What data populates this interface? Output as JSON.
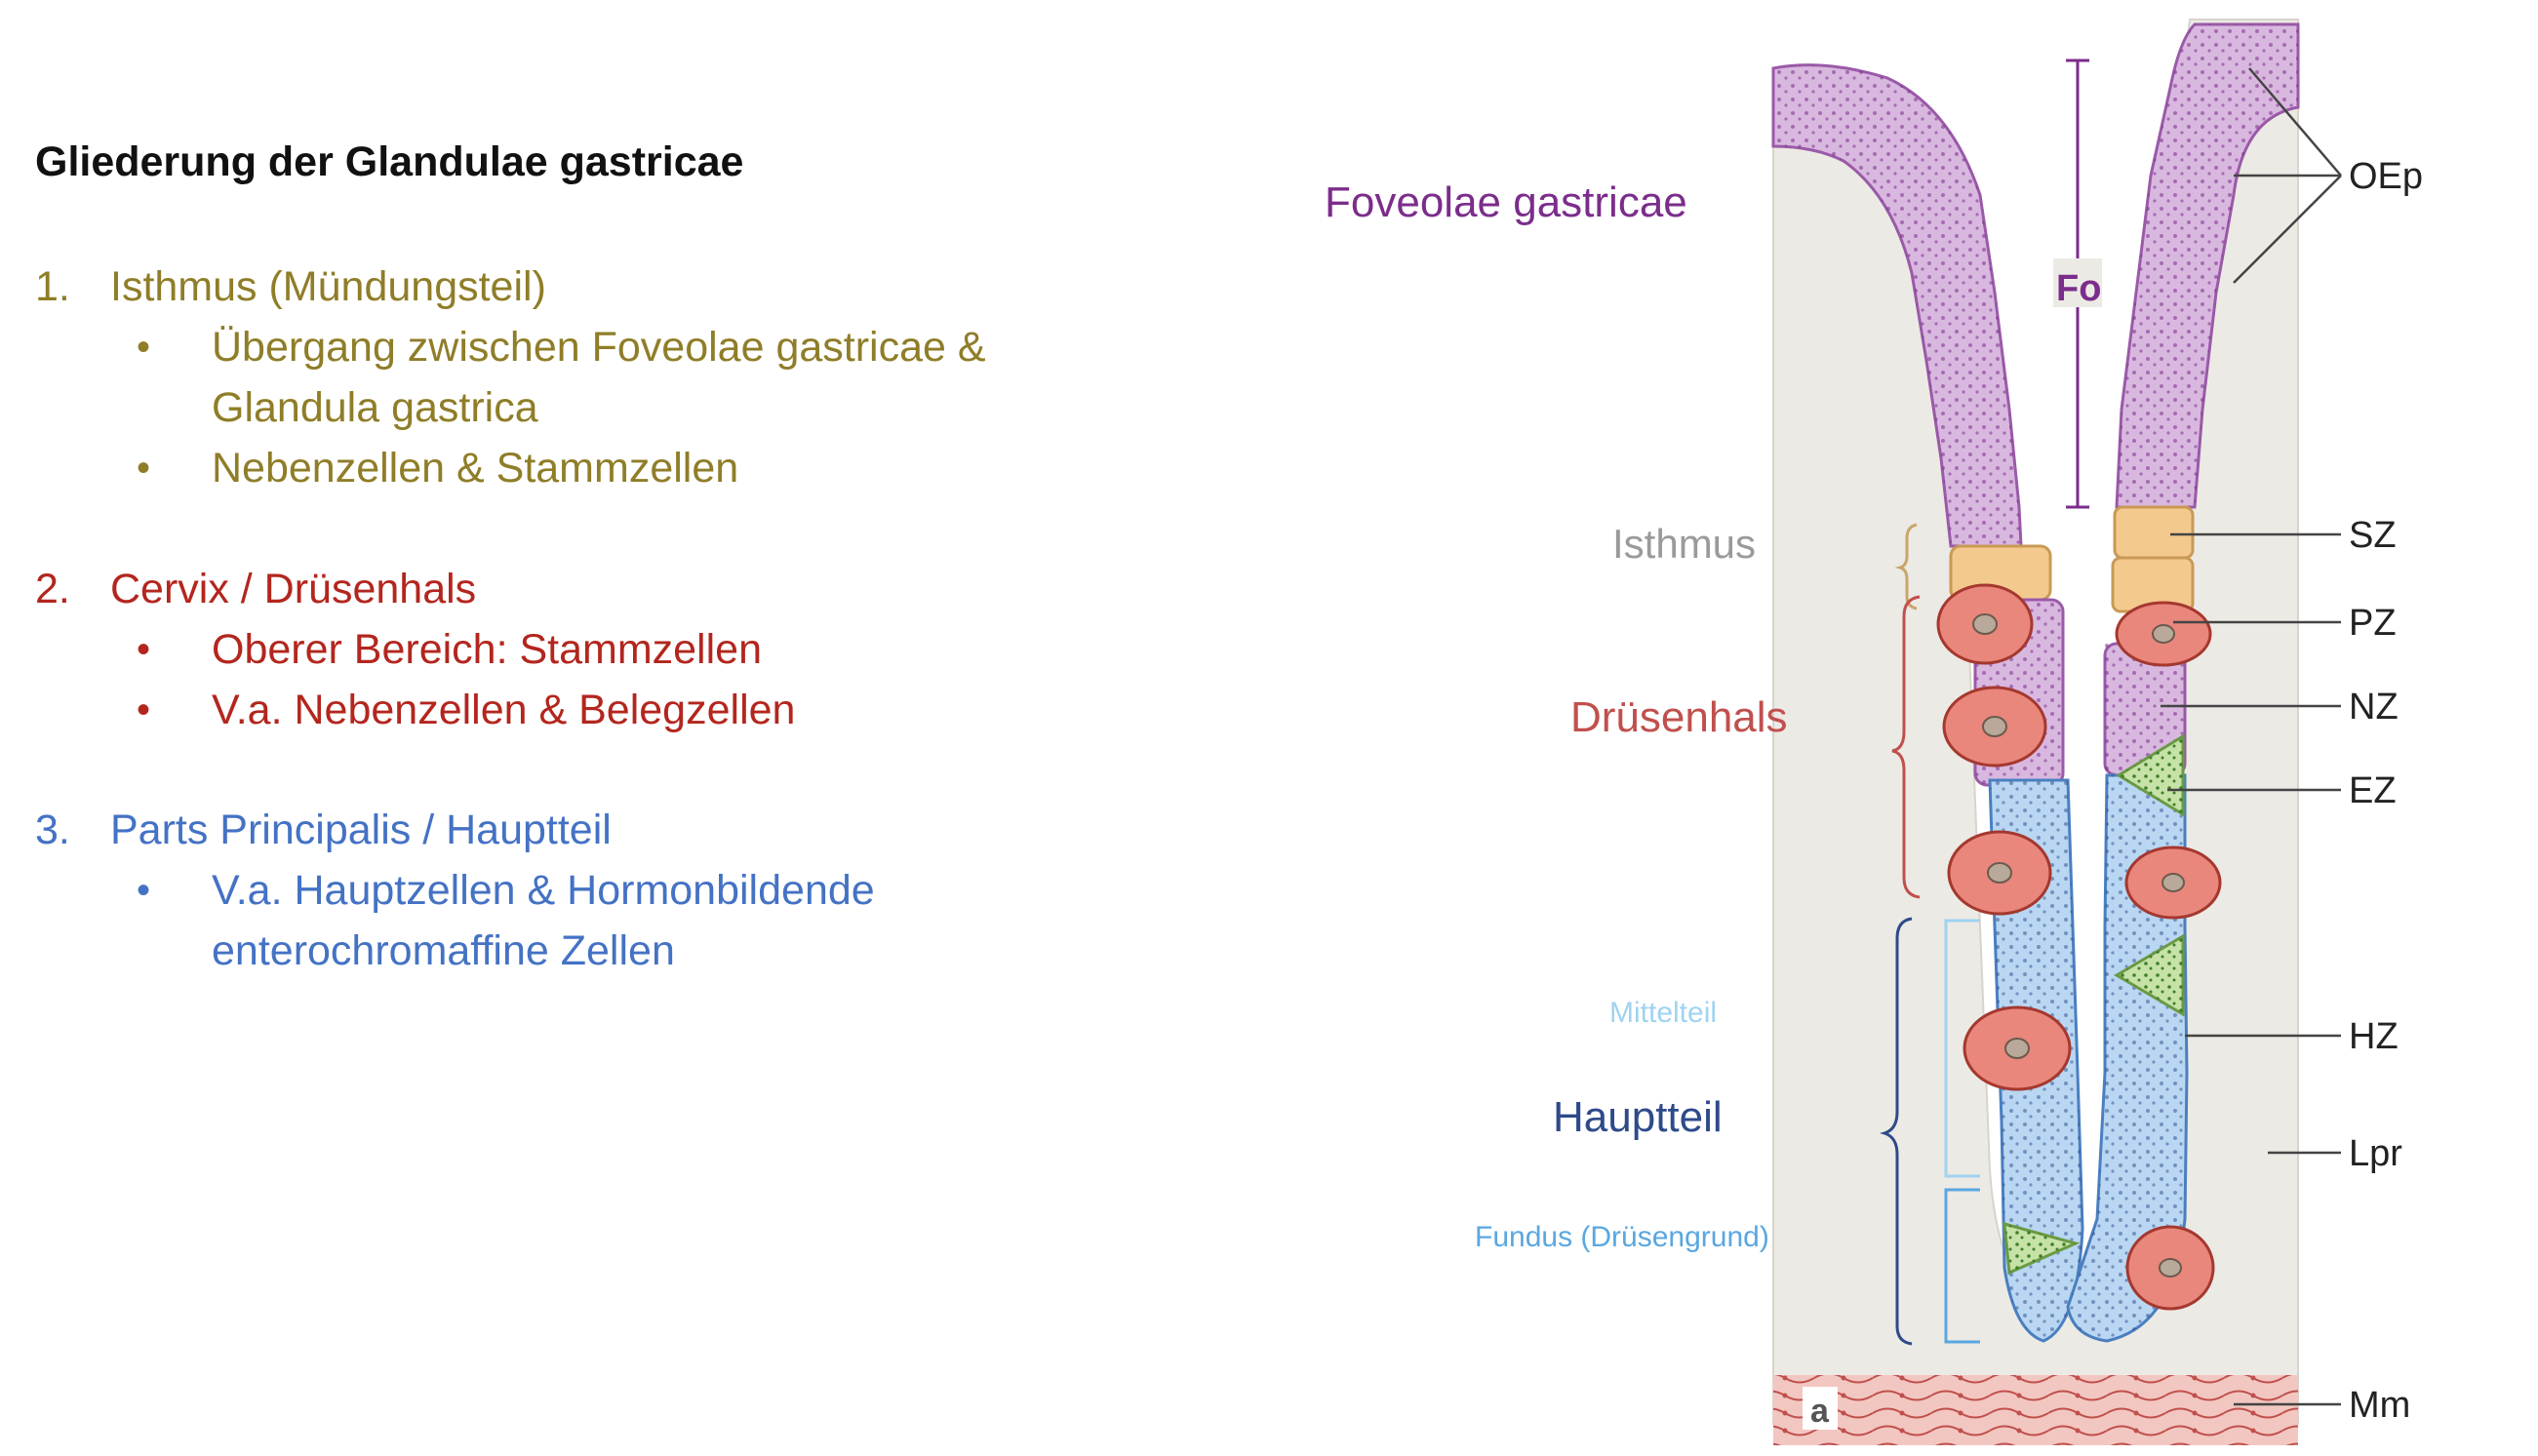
{
  "title": "Gliederung der Glandulae gastricae",
  "colors": {
    "isthmus": "#8f7d28",
    "cervix": "#b3261e",
    "pars": "#4472c4",
    "foveolae_label": "#7b2d8b",
    "isthmus_label": "#9a9a9a",
    "druesenhals_label": "#c0504d",
    "mittelteil_label": "#9fd3f0",
    "hauptteil_label": "#2e4a8a",
    "fundus_label": "#5aa7e0",
    "fo_label": "#7b2d8b"
  },
  "sections": [
    {
      "number": "1.",
      "label": "Isthmus (Mündungsteil)",
      "bullets": [
        [
          "Übergang zwischen Foveolae gastricae &",
          "Glandula gastrica"
        ],
        [
          "Nebenzellen & Stammzellen"
        ]
      ]
    },
    {
      "number": "2.",
      "label": "Cervix / Drüsenhals",
      "bullets": [
        [
          "Oberer Bereich: Stammzellen"
        ],
        [
          "V.a. Nebenzellen & Belegzellen"
        ]
      ]
    },
    {
      "number": "3.",
      "label": "Parts Principalis / Hauptteil",
      "bullets": [
        [
          "V.a. Hauptzellen & Hormonbildende",
          "enterochromaffine Zellen"
        ]
      ]
    }
  ],
  "diagram": {
    "region_labels": {
      "foveolae": "Foveolae gastricae",
      "isthmus": "Isthmus",
      "druesenhals": "Drüsenhals",
      "mittelteil": "Mittelteil",
      "hauptteil": "Hauptteil",
      "fundus": "Fundus (Drüsengrund)"
    },
    "fo_label": "Fo",
    "panel_label": "a",
    "right_labels": {
      "oep": "OEp",
      "sz": "SZ",
      "pz": "PZ",
      "nz": "NZ",
      "ez": "EZ",
      "hz": "HZ",
      "lpr": "Lpr",
      "mm": "Mm"
    }
  }
}
